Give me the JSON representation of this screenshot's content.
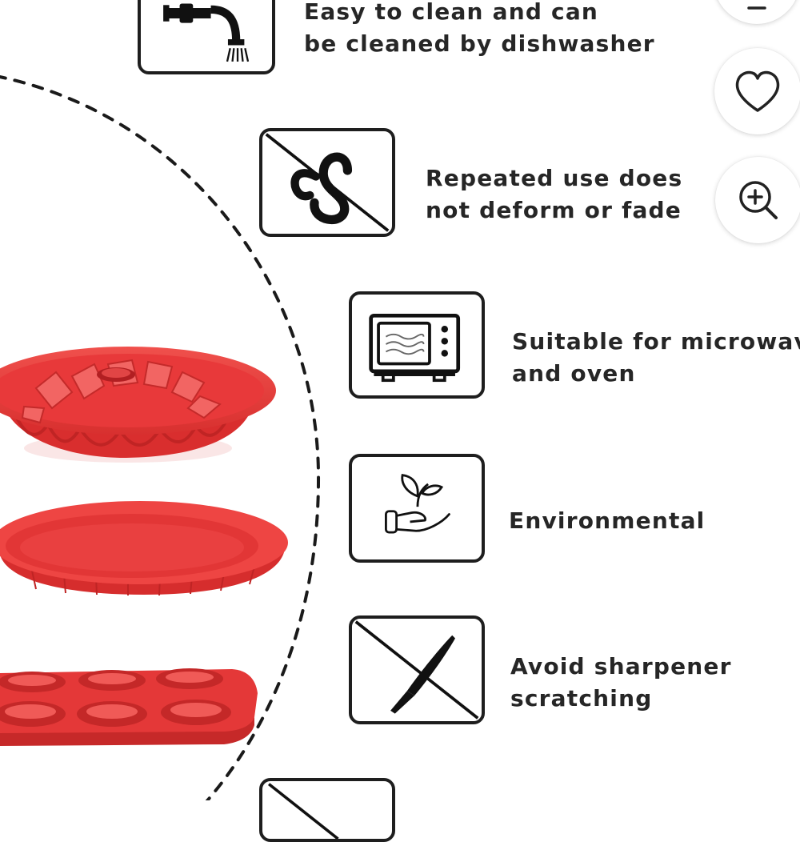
{
  "features": [
    {
      "lines": [
        "Easy to clean and can",
        "be cleaned by dishwasher"
      ],
      "icon": "faucet-icon"
    },
    {
      "lines": [
        "Repeated use does",
        "not deform or fade"
      ],
      "icon": "no-deform-icon"
    },
    {
      "lines": [
        "Suitable for microwave",
        "and oven"
      ],
      "icon": "microwave-icon"
    },
    {
      "lines": [
        "Environmental"
      ],
      "icon": "plant-hand-icon"
    },
    {
      "lines": [
        "Avoid sharpener",
        "scratching"
      ],
      "icon": "no-knife-icon"
    }
  ],
  "actions": [
    {
      "icon": "share-icon"
    },
    {
      "icon": "heart-icon"
    },
    {
      "icon": "zoom-in-icon"
    }
  ],
  "colors": {
    "product_red": "#e8393a",
    "text": "#262626",
    "outline": "#1e1e1e"
  }
}
